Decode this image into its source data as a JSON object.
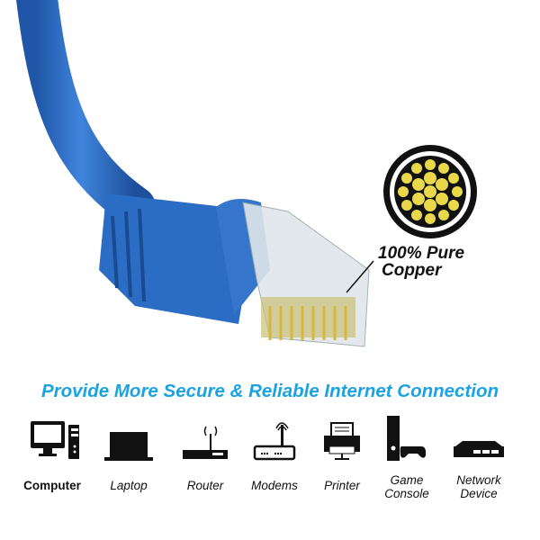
{
  "callout": {
    "line1": "100% Pure",
    "line2": "Copper"
  },
  "headline": "Provide More Secure & Reliable Internet Connection",
  "devices": [
    {
      "label": "Computer",
      "icon": "computer-icon"
    },
    {
      "label": "Laptop",
      "icon": "laptop-icon"
    },
    {
      "label": "Router",
      "icon": "router-icon"
    },
    {
      "label": "Modems",
      "icon": "modem-icon"
    },
    {
      "label": "Printer",
      "icon": "printer-icon"
    },
    {
      "label1": "Game",
      "label2": "Console",
      "icon": "game-console-icon"
    },
    {
      "label1": "Network",
      "label2": "Device",
      "icon": "network-device-icon"
    }
  ],
  "colors": {
    "cable": "#2b6cc4",
    "headline": "#1aa3e0",
    "copper": "#e8d84a"
  }
}
